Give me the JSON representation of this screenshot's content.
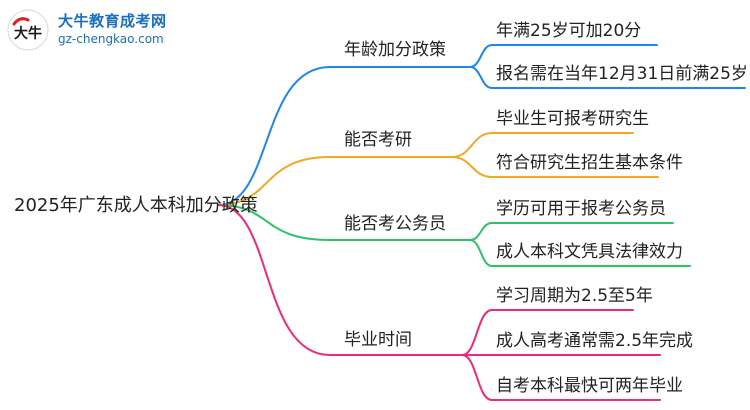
{
  "logo": {
    "title": "大牛教育成考网",
    "url": "gz-chengkao.com",
    "mark_text": "大牛"
  },
  "root": "2025年广东成人本科加分政策",
  "colors": {
    "branch_0": "#1f86f0",
    "branch_1": "#f5a623",
    "branch_2": "#2ec26a",
    "branch_3": "#ee2a7b"
  },
  "branches": [
    {
      "label": "年龄加分政策",
      "children": [
        "年满25岁可加20分",
        "报名需在当年12月31日前满25岁"
      ]
    },
    {
      "label": "能否考研",
      "children": [
        "毕业生可报考研究生",
        "符合研究生招生基本条件"
      ]
    },
    {
      "label": "能否考公务员",
      "children": [
        "学历可用于报考公务员",
        "成人本科文凭具法律效力"
      ]
    },
    {
      "label": "毕业时间",
      "children": [
        "学习周期为2.5至5年",
        "成人高考通常需2.5年完成",
        "自考本科最快可两年毕业"
      ]
    }
  ]
}
